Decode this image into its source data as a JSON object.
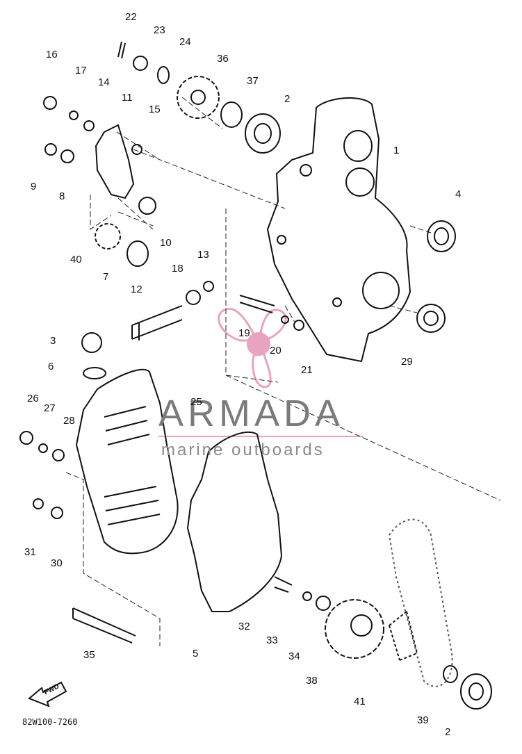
{
  "watermark": {
    "brand": "ARMADA",
    "tagline": "marine outboards",
    "accent_color": "#e7a3bf",
    "brand_color": "#7b7b7b"
  },
  "footer": {
    "reference_code": "82W100-7260"
  },
  "direction_arrow": {
    "label": "FWD"
  },
  "callouts": [
    "22",
    "23",
    "24",
    "36",
    "16",
    "17",
    "14",
    "11",
    "15",
    "37",
    "2",
    "1",
    "9",
    "8",
    "4",
    "10",
    "40",
    "7",
    "13",
    "18",
    "12",
    "19",
    "20",
    "21",
    "29",
    "3",
    "6",
    "25",
    "26",
    "27",
    "28",
    "31",
    "30",
    "35",
    "5",
    "32",
    "33",
    "34",
    "38",
    "41",
    "39",
    "2"
  ]
}
